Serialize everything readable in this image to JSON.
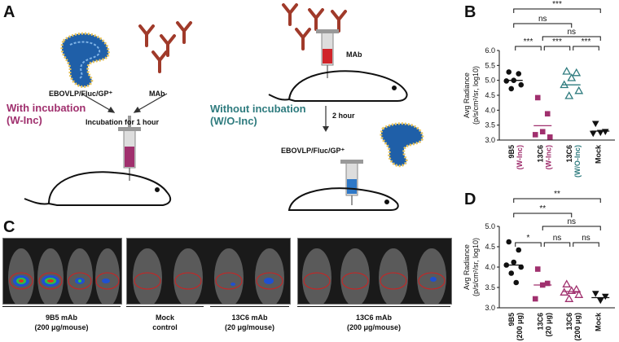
{
  "panels": {
    "a": "A",
    "b": "B",
    "c": "C",
    "d": "D"
  },
  "panel_a": {
    "vlp_label": "EBOVLP/Fluc/GP⁺",
    "mab_label": "MAb",
    "incubation_step": "Incubation for 1 hour",
    "with_incubation": [
      "With incubation",
      "(W-Inc)"
    ],
    "without_incubation": [
      "Without incubation",
      "(W/O-Inc)"
    ],
    "mab_label_right": "MAb",
    "wait_step": "2 hour",
    "vlp_label_right": "EBOVLP/Fluc/GP⁺",
    "colors": {
      "with": "#a0306e",
      "without": "#2e7b7e",
      "mab": "#a03a2a",
      "vlp": "#1f5fa8"
    }
  },
  "panel_c": {
    "groups": [
      {
        "label": [
          "9B5 mAb",
          "(200 μg/mouse)"
        ],
        "mice": 4
      },
      {
        "label": [
          "Mock",
          "control"
        ],
        "mice": 2
      },
      {
        "label": [
          "13C6 mAb",
          "(20 μg/mouse)"
        ],
        "mice": 2
      },
      {
        "label": [
          "13C6 mAb",
          "(200 μg/mouse)"
        ],
        "mice": 4
      }
    ]
  },
  "chart_data": [
    {
      "type": "scatter",
      "panel": "B",
      "ylabel": [
        "Avg Radiance",
        "(p/s/cm²/sr, log10)"
      ],
      "ylim": [
        3.0,
        6.0
      ],
      "yticks": [
        "3.0",
        "3.5",
        "4.0",
        "4.5",
        "5.0",
        "5.5",
        "6.0"
      ],
      "categories": [
        {
          "name": "9B5",
          "sub": "(W-Inc)",
          "color": "#111111",
          "sub_color": "#a0306e",
          "marker": "circle",
          "values": [
            5.28,
            5.22,
            5.0,
            4.98,
            4.85,
            4.72
          ],
          "median": 5.0
        },
        {
          "name": "13C6",
          "sub": "(W-Inc)",
          "color": "#a0306e",
          "sub_color": "#a0306e",
          "marker": "square",
          "values": [
            4.42,
            3.88,
            3.28,
            3.18,
            3.1
          ],
          "median": 3.48
        },
        {
          "name": "13C6",
          "sub": "(W/O-Inc)",
          "color": "#2e7b7e",
          "sub_color": "#2e7b7e",
          "marker": "triangle-up",
          "values": [
            5.3,
            5.25,
            5.08,
            4.85,
            4.65,
            4.48
          ],
          "median": 4.85
        },
        {
          "name": "Mock",
          "sub": "",
          "color": "#111111",
          "sub_color": "#111111",
          "marker": "triangle-down",
          "values": [
            3.55,
            3.28,
            3.25,
            3.22
          ],
          "median": 3.3
        }
      ],
      "significance": [
        {
          "from": 0,
          "to": 3,
          "label": "***"
        },
        {
          "from": 0,
          "to": 2,
          "label": "ns"
        },
        {
          "from": 1,
          "to": 3,
          "label": "ns"
        },
        {
          "from": 0,
          "to": 1,
          "label": "***"
        },
        {
          "from": 1,
          "to": 2,
          "label": "***"
        },
        {
          "from": 2,
          "to": 3,
          "label": "***"
        }
      ]
    },
    {
      "type": "scatter",
      "panel": "D",
      "ylabel": [
        "Avg Radiance",
        "(p/s/cm²/sr, log10)"
      ],
      "ylim": [
        3.0,
        5.0
      ],
      "yticks": [
        "3.0",
        "3.5",
        "4.0",
        "4.5",
        "5.0"
      ],
      "categories": [
        {
          "name": "9B5",
          "sub": "(200 μg)",
          "color": "#111111",
          "sub_color": "#111111",
          "marker": "circle",
          "values": [
            4.62,
            4.42,
            4.12,
            4.05,
            4.0,
            3.85,
            3.62
          ],
          "median": 4.05
        },
        {
          "name": "13C6",
          "sub": "(20 μg)",
          "color": "#a0306e",
          "sub_color": "#111111",
          "marker": "square",
          "values": [
            3.95,
            3.6,
            3.56,
            3.22
          ],
          "median": 3.56
        },
        {
          "name": "13C6",
          "sub": "(200 μg)",
          "color": "#a0306e",
          "sub_color": "#111111",
          "marker": "triangle-up",
          "values": [
            3.58,
            3.45,
            3.42,
            3.38,
            3.32,
            3.22
          ],
          "median": 3.4
        },
        {
          "name": "Mock",
          "sub": "",
          "color": "#111111",
          "sub_color": "#111111",
          "marker": "triangle-down",
          "values": [
            3.35,
            3.28,
            3.18
          ],
          "median": 3.25
        }
      ],
      "significance": [
        {
          "from": 0,
          "to": 3,
          "label": "**"
        },
        {
          "from": 0,
          "to": 2,
          "label": "**"
        },
        {
          "from": 1,
          "to": 3,
          "label": "ns"
        },
        {
          "from": 0,
          "to": 1,
          "label": "*"
        },
        {
          "from": 1,
          "to": 2,
          "label": "ns"
        },
        {
          "from": 2,
          "to": 3,
          "label": "ns"
        }
      ]
    }
  ]
}
